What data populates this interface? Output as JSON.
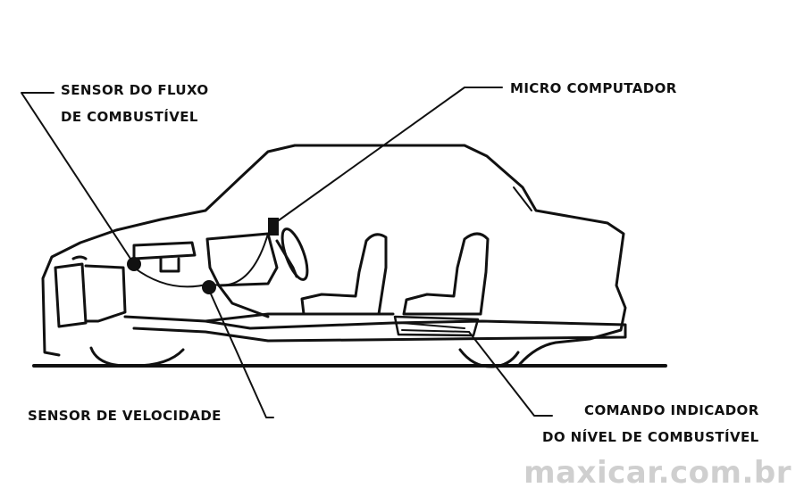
{
  "labels": {
    "fuel_flow_sensor": [
      "SENSOR DO FLUXO",
      "DE COMBUSTÍVEL"
    ],
    "micro_computer": "MICRO COMPUTADOR",
    "speed_sensor": "SENSOR DE VELOCIDADE",
    "fuel_level_command": [
      "COMANDO INDICADOR",
      "DO NÍVEL DE COMBUSTÍVEL"
    ]
  },
  "watermark": "maxicar.com.br"
}
